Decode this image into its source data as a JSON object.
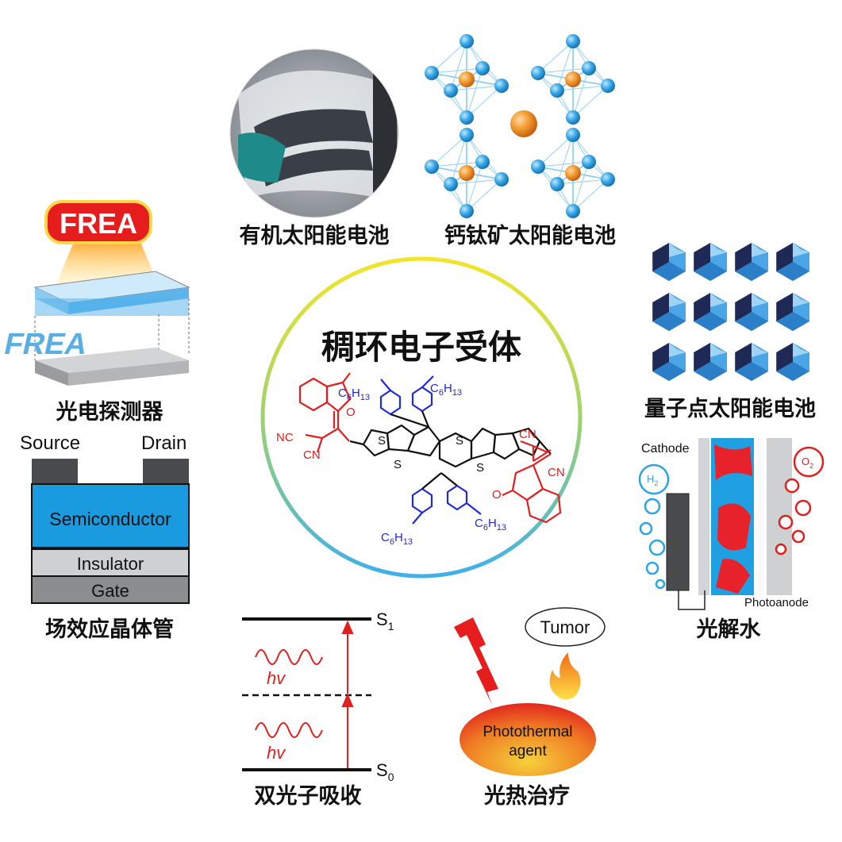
{
  "center": {
    "title": "稠环电子受体",
    "molecule": {
      "hexyl_base": "C",
      "hexyl_sub1": "6",
      "hexyl_mid": "H",
      "hexyl_sub2": "13",
      "sulfur": "S",
      "cyano": "CN",
      "nc": "NC",
      "oxygen": "O"
    }
  },
  "captions": {
    "organic_solar": "有机太阳能电池",
    "perovskite_solar": "钙钛矿太阳能电池",
    "photodetector": "光电探测器",
    "quantum_dot_solar": "量子点太阳能电池",
    "ofet": "场效应晶体管",
    "water_splitting": "光解水",
    "two_photon": "双光子吸收",
    "photothermal": "光热治疗"
  },
  "photodetector": {
    "badge": "FREA",
    "pattern": "FREA"
  },
  "ofet": {
    "source": "Source",
    "drain": "Drain",
    "semiconductor": "Semiconductor",
    "insulator": "Insulator",
    "gate": "Gate"
  },
  "water": {
    "cathode": "Cathode",
    "photoanode": "Photoanode",
    "h2_base": "H",
    "h2_sub": "2",
    "o2_base": "O",
    "o2_sub": "2"
  },
  "two_photon": {
    "s1_base": "S",
    "s1_sub": "1",
    "s0_base": "S",
    "s0_sub": "0",
    "hv1": "hv",
    "hv2": "hv"
  },
  "photothermal": {
    "tumor": "Tumor",
    "agent_line1": "Photothermal",
    "agent_line2": "agent"
  },
  "colors": {
    "ring_top": "#f2e52a",
    "ring_bottom": "#3fb0ea",
    "acceptor_red": "#e0201e",
    "hexyl_blue": "#1f2bd6",
    "semiconductor": "#1a9be0",
    "sphere_blue": "#3aa9e8",
    "sphere_orange": "#ef7b1f"
  }
}
